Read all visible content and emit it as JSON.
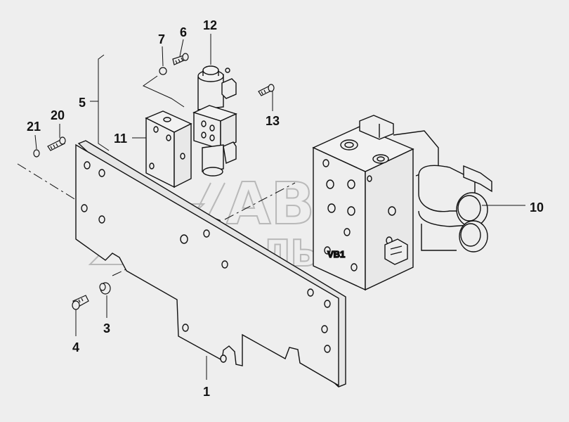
{
  "watermark": {
    "line1": "АВТО",
    "line2": "АЛЬЯНС"
  },
  "part_marking": "VB1",
  "callouts": {
    "c1": "1",
    "c3": "3",
    "c4": "4",
    "c5": "5",
    "c6": "6",
    "c7": "7",
    "c10": "10",
    "c11": "11",
    "c12": "12",
    "c13": "13",
    "c20": "20",
    "c21": "21"
  },
  "colors": {
    "background": "#eeeeee",
    "line": "#111111",
    "watermark": "#b9b9b9"
  }
}
